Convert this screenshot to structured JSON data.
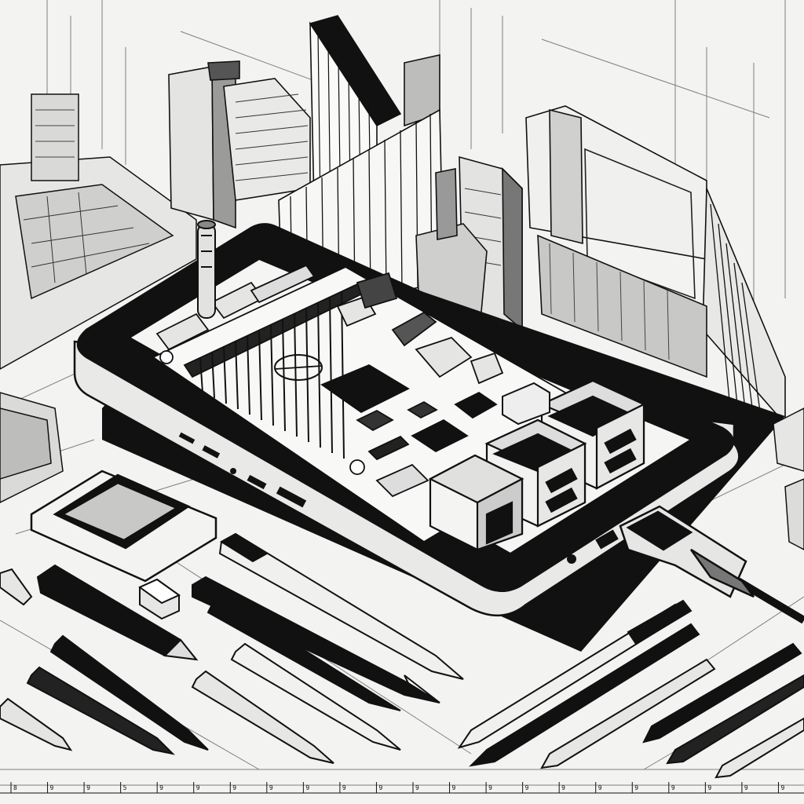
{
  "illustration": {
    "style": "black-and-white ink sketch",
    "subject": "single-board computer inside a tablet frame amid a sketched city",
    "palette": {
      "paper": "#f3f3f1",
      "ink": "#111111",
      "shade": "#9a9a9a",
      "light": "#d8d8d6"
    }
  },
  "board": {
    "label_top": "",
    "label_chip": ""
  },
  "ruler": {
    "ticks": [
      "8",
      "9",
      "9",
      "5",
      "9",
      "9",
      "9",
      "9",
      "9",
      "9",
      "9",
      "9",
      "9",
      "9",
      "9",
      "9",
      "9",
      "9",
      "9",
      "9",
      "9",
      "9"
    ]
  },
  "icons": [
    "tablet-icon",
    "circuit-board-icon",
    "usb-port-icon",
    "ethernet-port-icon",
    "pencil-icon",
    "eraser-icon",
    "memory-card-icon",
    "cable-icon",
    "building-icon"
  ]
}
